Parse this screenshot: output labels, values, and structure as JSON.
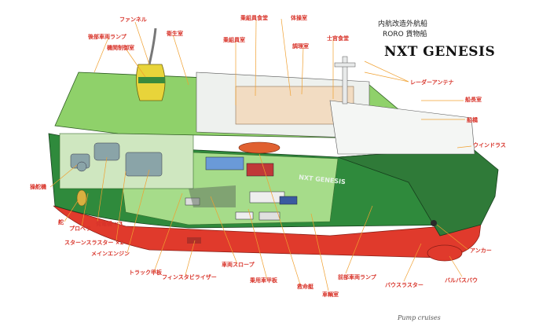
{
  "header": {
    "line1": "内航改造外航船",
    "line2": "RORO 貨物船",
    "title": "NXT GENESIS"
  },
  "hull_name": "NXT GENESIS",
  "signature": "Pump cruises",
  "labels": {
    "funnel": "ファンネル",
    "rear_vehicle_ramp": "後部車両ランプ",
    "engine_control_room": "機関制御室",
    "sanitation_room": "衛生室",
    "crew_mess": "乗組員食堂",
    "gym": "体操室",
    "crew_room": "乗組員室",
    "galley": "調理室",
    "officer_mess": "士官食堂",
    "radar_antenna": "レーダーアンテナ",
    "captain_room": "船長室",
    "bridge": "船橋",
    "windlass": "ウインドラス",
    "steering_gear": "操舵機",
    "rudder": "舵",
    "propeller": "プロペラ",
    "generators": "発電機 ×3",
    "stern_thrusters": "スターンスラスター ×2",
    "main_engine": "メインエンジン",
    "truck_deck": "トラック甲板",
    "fin_stabilizer": "フィンスタビライザー",
    "vehicle_slope": "車両スロープ",
    "car_deck": "乗用車甲板",
    "lifeboat": "救命艇",
    "forward_vehicle_ramp": "前部車両ランプ",
    "bow_thruster": "バウスラスター",
    "anchor": "アンカー",
    "bulbous_bow": "バルバスバウ",
    "hold": "車輌室"
  },
  "colors": {
    "label": "#d8342a",
    "leader": "#f0a030",
    "hull_green": "#2f8a3c",
    "hull_red": "#e03a2c",
    "deck_green": "#8fd16a",
    "funnel_yellow": "#e8d43a"
  }
}
